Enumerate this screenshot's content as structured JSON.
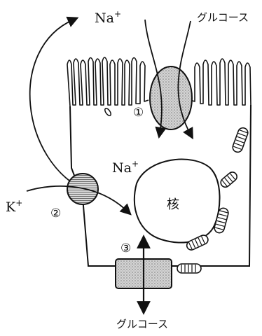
{
  "labels": {
    "na_top": "Na",
    "na_top_sup": "+",
    "glucose_top": "グルコース",
    "marker_1": "①",
    "na_inside": "Na",
    "na_inside_sup": "+",
    "k": "K",
    "k_sup": "+",
    "marker_2": "②",
    "nucleus": "核",
    "marker_3": "③",
    "glucose_bottom": "グルコース"
  },
  "colors": {
    "ink": "#111111",
    "transporter_fill": "#c9c9c9",
    "background": "#ffffff"
  }
}
